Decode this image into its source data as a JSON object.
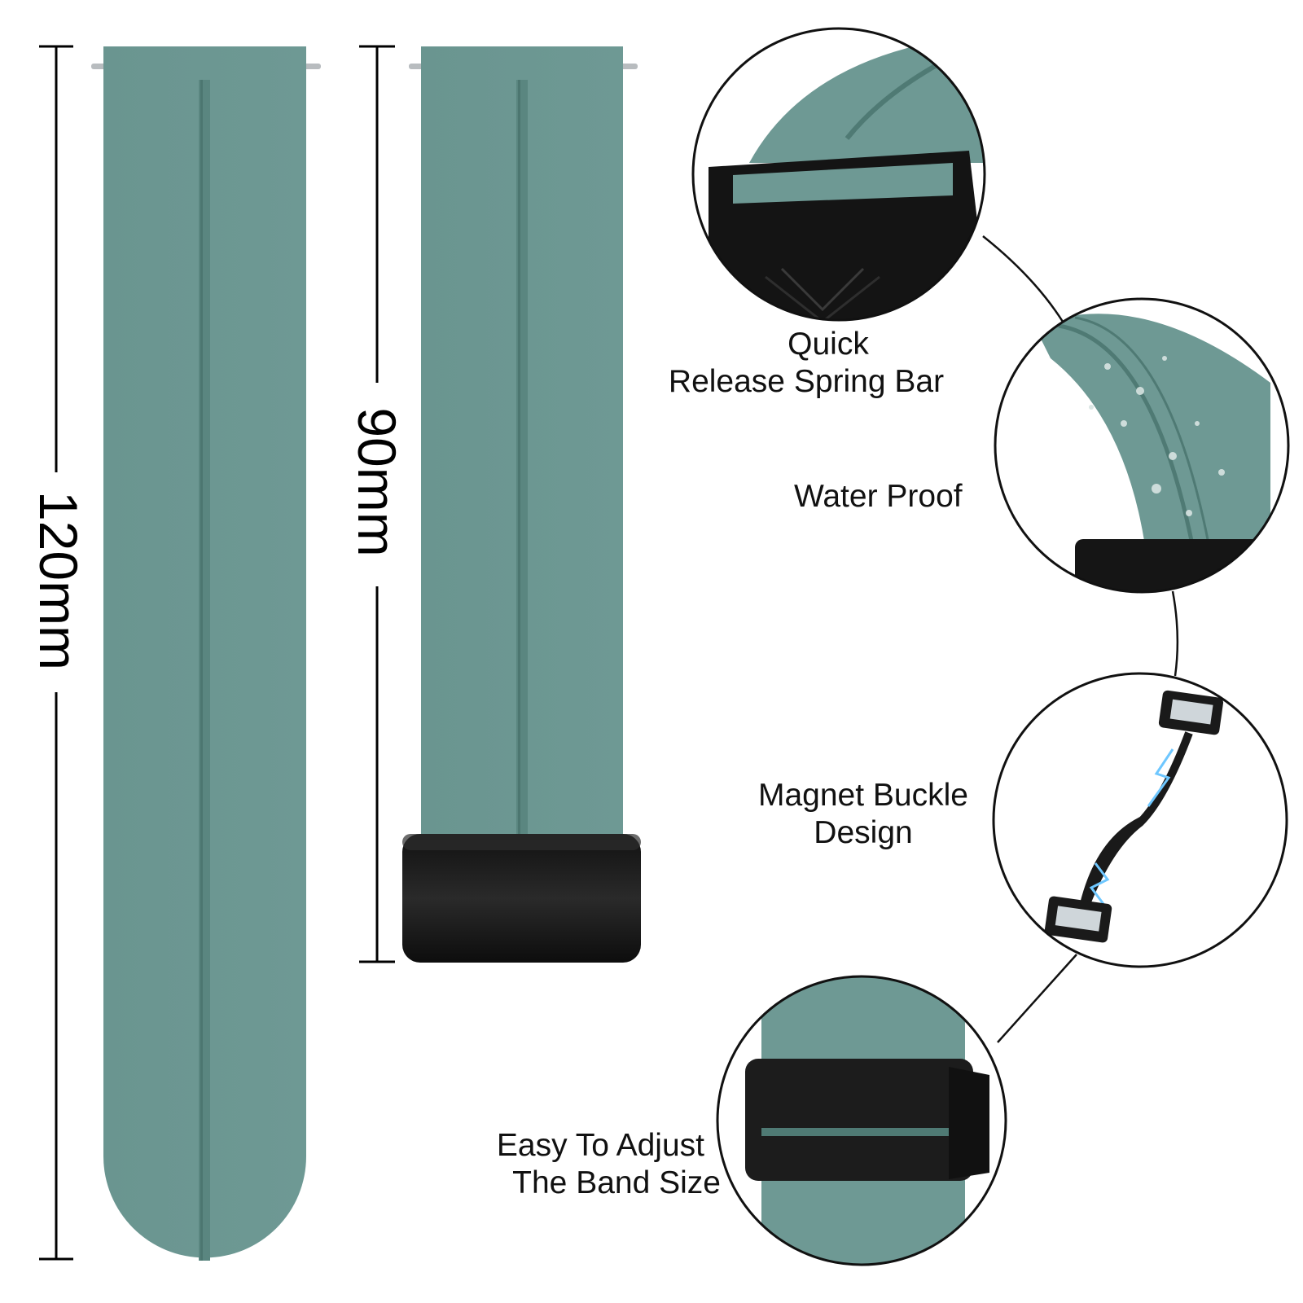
{
  "dimensions": {
    "long_strap": "120mm",
    "short_strap": "90mm"
  },
  "features": {
    "quick_release": {
      "line1": "Quick",
      "line2": "Release Spring Bar"
    },
    "water_proof": {
      "line1": "Water Proof"
    },
    "magnet_buckle": {
      "line1": "Magnet Buckle",
      "line2": "Design"
    },
    "easy_adjust": {
      "line1": "Easy To Adjust",
      "line2": "The Band Size"
    }
  },
  "colors": {
    "strap": "#6b9590",
    "strap_groove": "#4f7a74",
    "buckle": "#1a1a1a"
  }
}
